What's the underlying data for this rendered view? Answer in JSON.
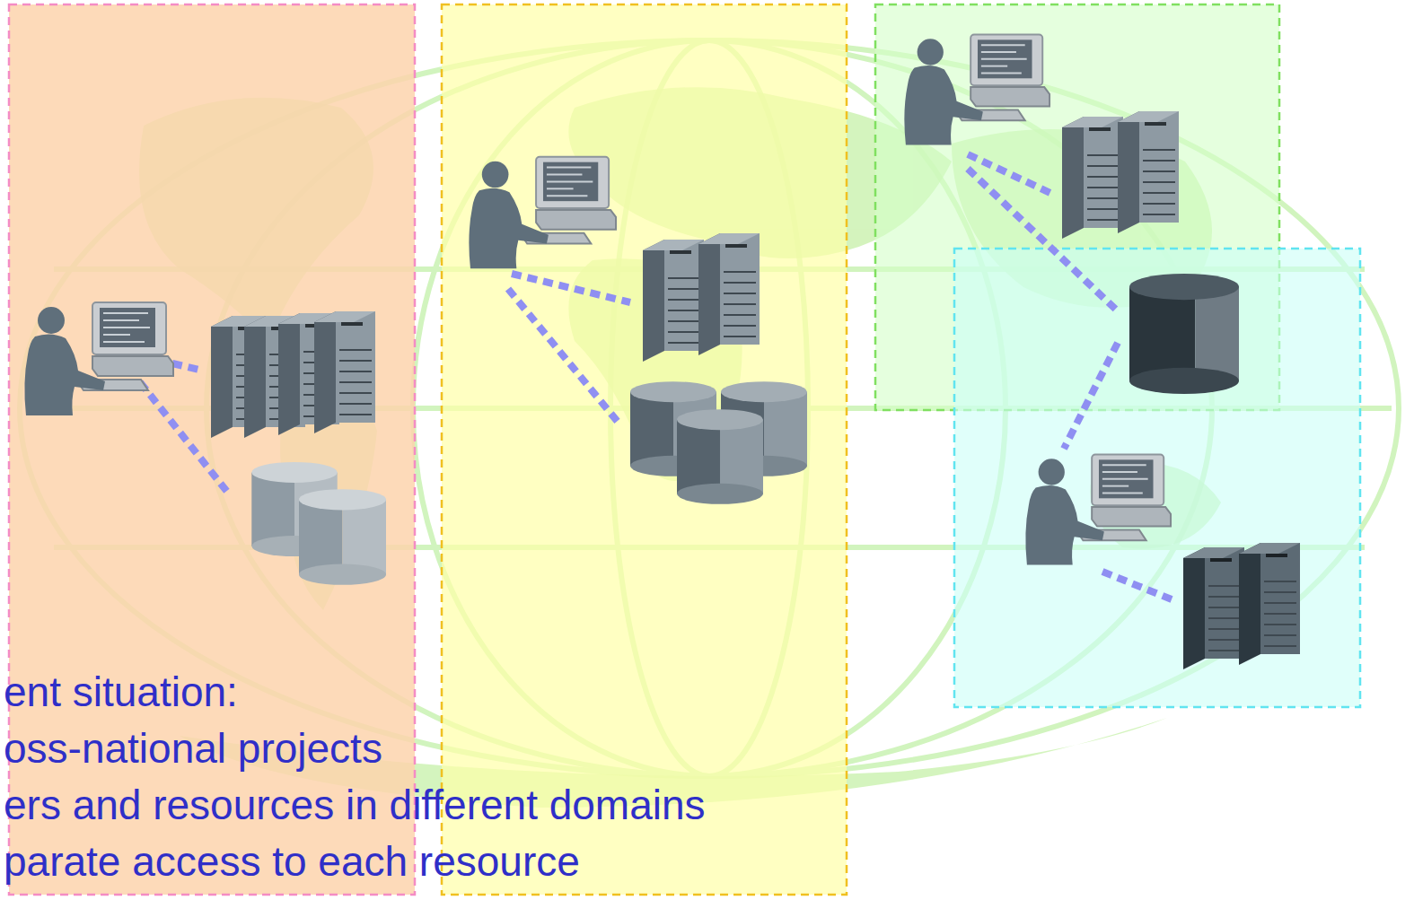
{
  "diagram": {
    "labels": [
      "ent situation:",
      "oss-national projects",
      "ers and resources in different domains",
      "parate access to each resource"
    ]
  }
}
